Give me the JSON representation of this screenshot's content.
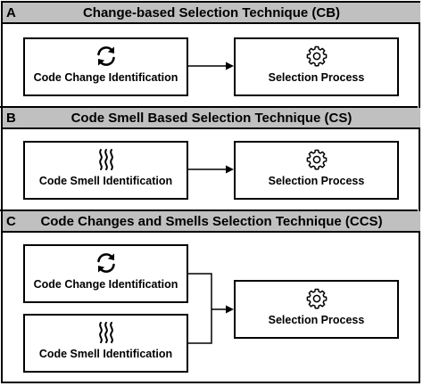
{
  "sections": [
    {
      "letter": "A",
      "title": "Change-based Selection Technique (CB)",
      "left_label": "Code Change Identification",
      "right_label": "Selection Process",
      "left_icon": "refresh-arrows-icon",
      "right_icon": "gear-icon"
    },
    {
      "letter": "B",
      "title": "Code Smell Based Selection Technique (CS)",
      "left_label": "Code Smell Identification",
      "right_label": "Selection Process",
      "left_icon": "smell-waves-icon",
      "right_icon": "gear-icon"
    },
    {
      "letter": "C",
      "title": "Code Changes and Smells Selection Technique (CCS)",
      "top_label": "Code Change Identification",
      "bottom_label": "Code Smell Identification",
      "right_label": "Selection Process",
      "top_icon": "refresh-arrows-icon",
      "bottom_icon": "smell-waves-icon",
      "right_icon": "gear-icon"
    }
  ],
  "colors": {
    "header_bg": "#c0c0c0",
    "line": "#000000",
    "box_bg": "#ffffff"
  }
}
